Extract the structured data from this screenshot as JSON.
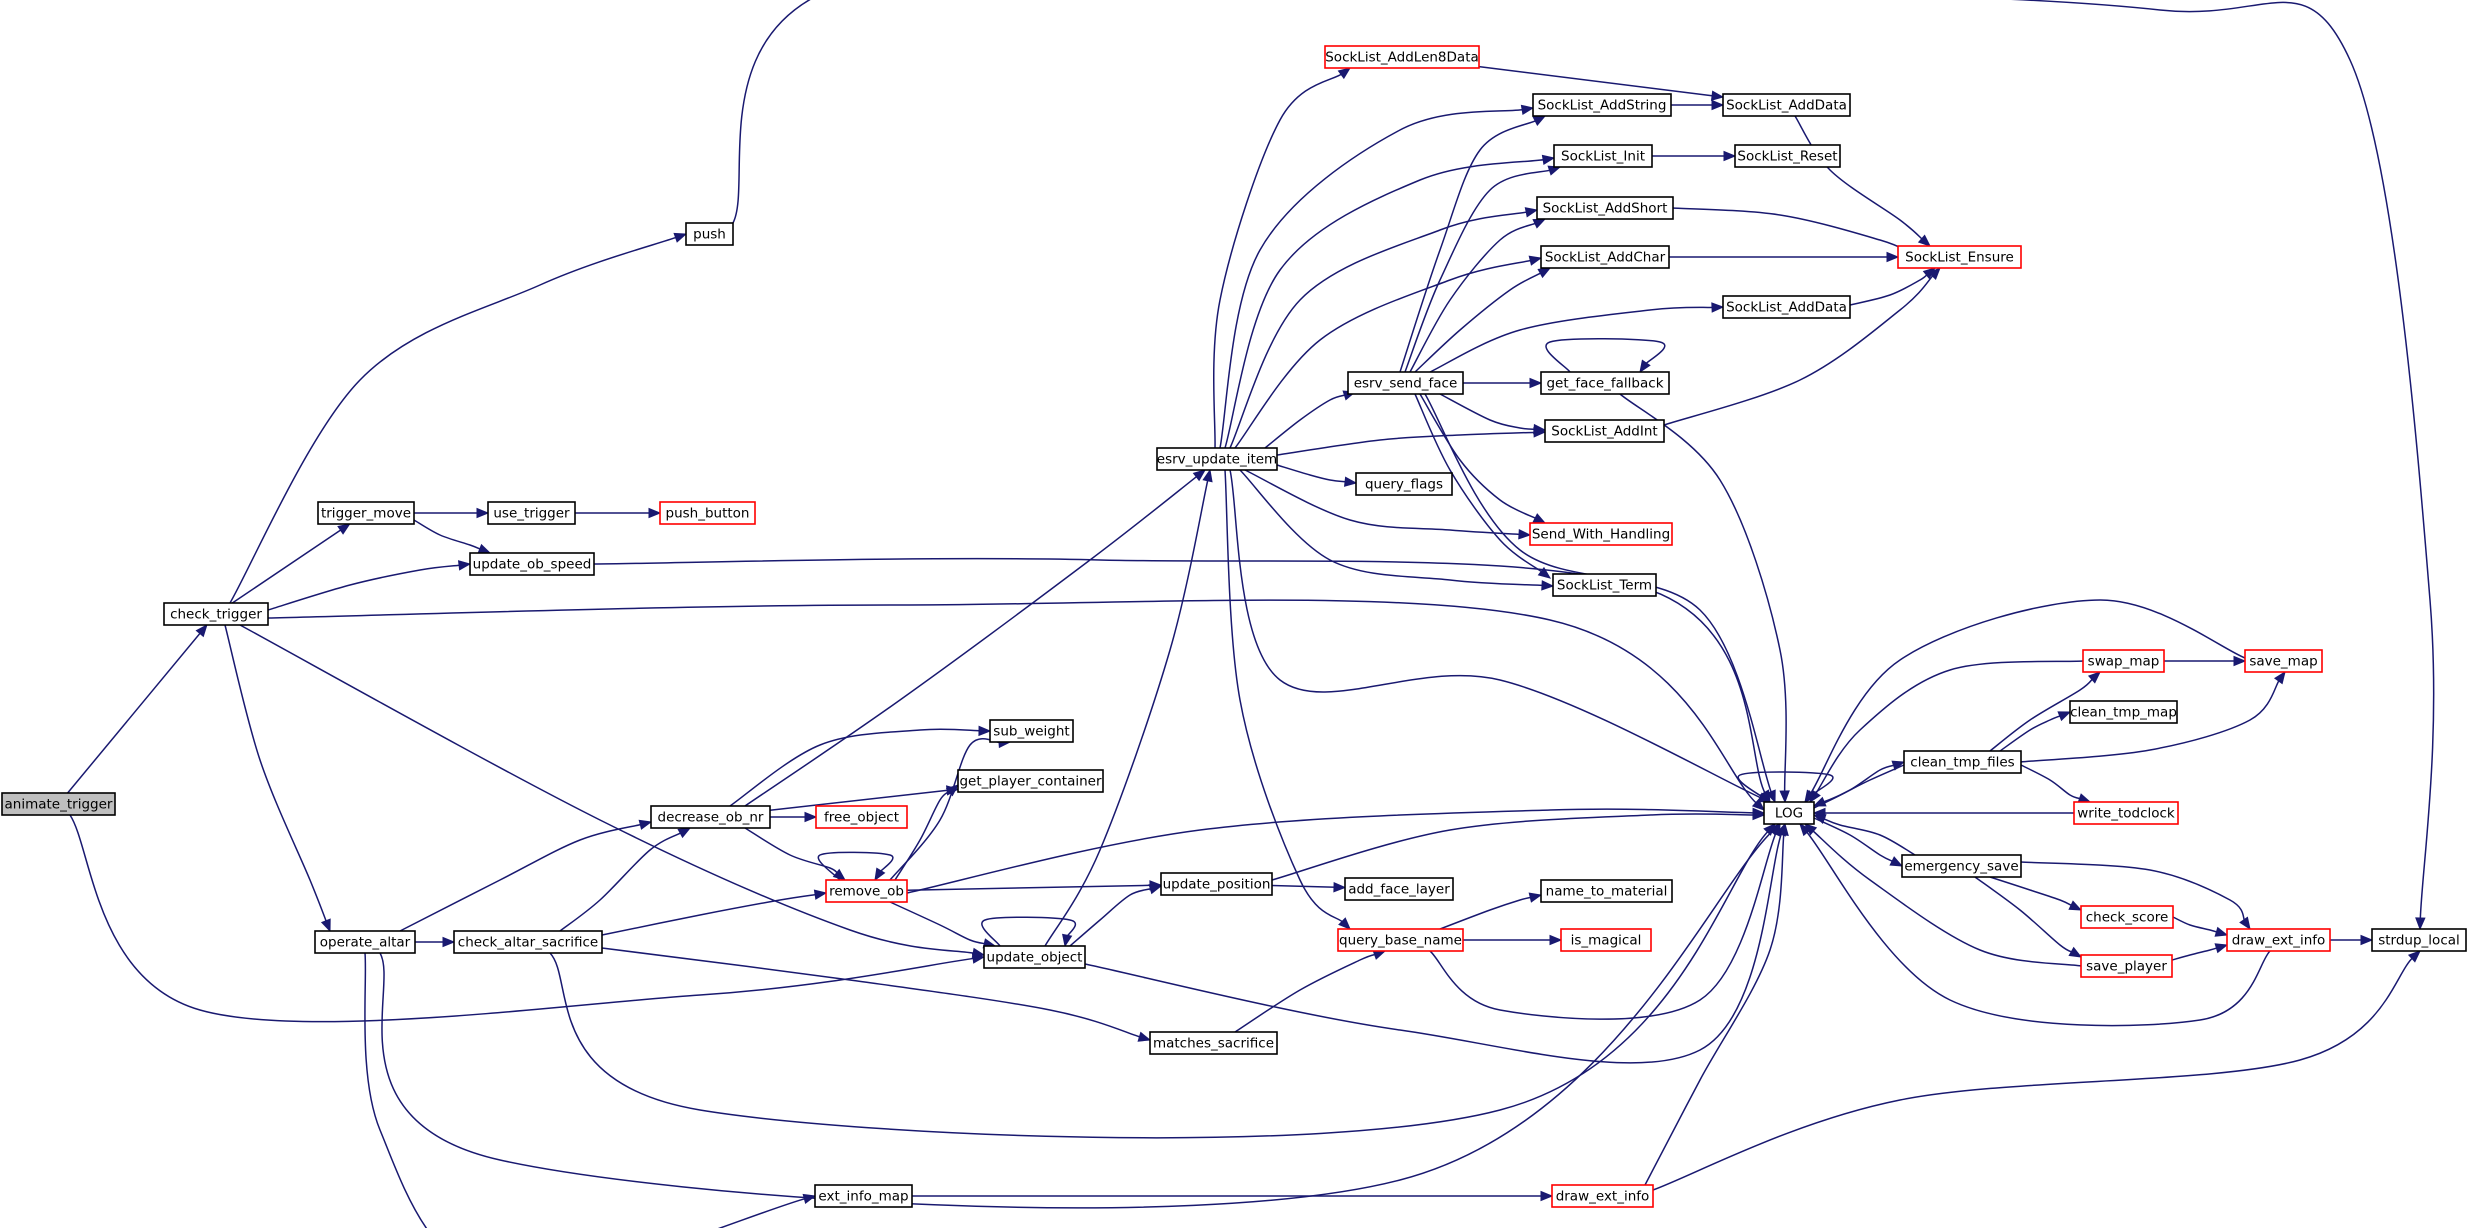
{
  "title": "Call graph of animate_trigger",
  "colors": {
    "edge": "#191970",
    "node_border_default": "#000000",
    "node_border_truncated": "#ff0000",
    "node_fill_default": "#ffffff",
    "node_fill_root": "#bfbfbf"
  },
  "nodes": [
    {
      "id": "animate_trigger",
      "label": "animate_trigger",
      "style": "root"
    },
    {
      "id": "check_trigger",
      "label": "check_trigger",
      "style": "normal"
    },
    {
      "id": "push",
      "label": "push",
      "style": "normal"
    },
    {
      "id": "trigger_move",
      "label": "trigger_move",
      "style": "normal"
    },
    {
      "id": "use_trigger",
      "label": "use_trigger",
      "style": "normal"
    },
    {
      "id": "push_button",
      "label": "push_button",
      "style": "truncated"
    },
    {
      "id": "update_ob_speed",
      "label": "update_ob_speed",
      "style": "normal"
    },
    {
      "id": "operate_altar",
      "label": "operate_altar",
      "style": "normal"
    },
    {
      "id": "decrease_ob_nr",
      "label": "decrease_ob_nr",
      "style": "normal"
    },
    {
      "id": "check_altar_sacrifice",
      "label": "check_altar_sacrifice",
      "style": "normal"
    },
    {
      "id": "ext_info_map",
      "label": "ext_info_map",
      "style": "normal"
    },
    {
      "id": "free_object",
      "label": "free_object",
      "style": "truncated"
    },
    {
      "id": "remove_ob",
      "label": "remove_ob",
      "style": "truncated"
    },
    {
      "id": "sub_weight",
      "label": "sub_weight",
      "style": "normal"
    },
    {
      "id": "get_player_container",
      "label": "get_player_container",
      "style": "normal"
    },
    {
      "id": "update_object",
      "label": "update_object",
      "style": "normal"
    },
    {
      "id": "update_position",
      "label": "update_position",
      "style": "normal"
    },
    {
      "id": "matches_sacrifice",
      "label": "matches_sacrifice",
      "style": "normal"
    },
    {
      "id": "esrv_update_item",
      "label": "esrv_update_item",
      "style": "normal"
    },
    {
      "id": "SockList_AddLen8Data",
      "label": "SockList_AddLen8Data",
      "style": "truncated"
    },
    {
      "id": "SockList_AddString",
      "label": "SockList_AddString",
      "style": "normal"
    },
    {
      "id": "SockList_AddData1",
      "label": "SockList_AddData",
      "style": "normal"
    },
    {
      "id": "SockList_Init",
      "label": "SockList_Init",
      "style": "normal"
    },
    {
      "id": "SockList_Reset",
      "label": "SockList_Reset",
      "style": "normal"
    },
    {
      "id": "SockList_AddShort",
      "label": "SockList_AddShort",
      "style": "normal"
    },
    {
      "id": "SockList_AddChar",
      "label": "SockList_AddChar",
      "style": "normal"
    },
    {
      "id": "SockList_Ensure",
      "label": "SockList_Ensure",
      "style": "truncated"
    },
    {
      "id": "SockList_AddData2",
      "label": "SockList_AddData",
      "style": "normal"
    },
    {
      "id": "esrv_send_face",
      "label": "esrv_send_face",
      "style": "normal"
    },
    {
      "id": "get_face_fallback",
      "label": "get_face_fallback",
      "style": "normal"
    },
    {
      "id": "SockList_AddInt",
      "label": "SockList_AddInt",
      "style": "normal"
    },
    {
      "id": "query_flags",
      "label": "query_flags",
      "style": "normal"
    },
    {
      "id": "Send_With_Handling",
      "label": "Send_With_Handling",
      "style": "truncated"
    },
    {
      "id": "SockList_Term",
      "label": "SockList_Term",
      "style": "normal"
    },
    {
      "id": "add_face_layer",
      "label": "add_face_layer",
      "style": "normal"
    },
    {
      "id": "query_base_name",
      "label": "query_base_name",
      "style": "truncated"
    },
    {
      "id": "name_to_material",
      "label": "name_to_material",
      "style": "normal"
    },
    {
      "id": "is_magical",
      "label": "is_magical",
      "style": "truncated"
    },
    {
      "id": "draw_ext_info_left",
      "label": "draw_ext_info",
      "style": "truncated"
    },
    {
      "id": "LOG",
      "label": "LOG",
      "style": "normal"
    },
    {
      "id": "swap_map",
      "label": "swap_map",
      "style": "truncated"
    },
    {
      "id": "save_map",
      "label": "save_map",
      "style": "truncated"
    },
    {
      "id": "clean_tmp_map",
      "label": "clean_tmp_map",
      "style": "normal"
    },
    {
      "id": "clean_tmp_files",
      "label": "clean_tmp_files",
      "style": "normal"
    },
    {
      "id": "write_todclock",
      "label": "write_todclock",
      "style": "truncated"
    },
    {
      "id": "emergency_save",
      "label": "emergency_save",
      "style": "normal"
    },
    {
      "id": "check_score",
      "label": "check_score",
      "style": "truncated"
    },
    {
      "id": "save_player",
      "label": "save_player",
      "style": "truncated"
    },
    {
      "id": "draw_ext_info_right",
      "label": "draw_ext_info",
      "style": "truncated"
    },
    {
      "id": "strdup_local",
      "label": "strdup_local",
      "style": "normal"
    }
  ],
  "edges": [
    [
      "animate_trigger",
      "check_trigger"
    ],
    [
      "animate_trigger",
      "update_object"
    ],
    [
      "check_trigger",
      "push"
    ],
    [
      "check_trigger",
      "trigger_move"
    ],
    [
      "check_trigger",
      "update_ob_speed"
    ],
    [
      "check_trigger",
      "LOG"
    ],
    [
      "check_trigger",
      "update_object"
    ],
    [
      "check_trigger",
      "operate_altar"
    ],
    [
      "push",
      "strdup_local"
    ],
    [
      "trigger_move",
      "use_trigger"
    ],
    [
      "trigger_move",
      "update_ob_speed"
    ],
    [
      "use_trigger",
      "push_button"
    ],
    [
      "update_ob_speed",
      "LOG"
    ],
    [
      "operate_altar",
      "decrease_ob_nr"
    ],
    [
      "operate_altar",
      "check_altar_sacrifice"
    ],
    [
      "operate_altar",
      "LOG"
    ],
    [
      "operate_altar",
      "ext_info_map"
    ],
    [
      "decrease_ob_nr",
      "esrv_update_item"
    ],
    [
      "decrease_ob_nr",
      "sub_weight"
    ],
    [
      "decrease_ob_nr",
      "get_player_container"
    ],
    [
      "decrease_ob_nr",
      "free_object"
    ],
    [
      "decrease_ob_nr",
      "remove_ob"
    ],
    [
      "check_altar_sacrifice",
      "decrease_ob_nr"
    ],
    [
      "check_altar_sacrifice",
      "remove_ob"
    ],
    [
      "check_altar_sacrifice",
      "matches_sacrifice"
    ],
    [
      "check_altar_sacrifice",
      "LOG"
    ],
    [
      "ext_info_map",
      "draw_ext_info_left"
    ],
    [
      "remove_ob",
      "remove_ob"
    ],
    [
      "remove_ob",
      "sub_weight"
    ],
    [
      "remove_ob",
      "get_player_container"
    ],
    [
      "remove_ob",
      "LOG"
    ],
    [
      "remove_ob",
      "update_position"
    ],
    [
      "remove_ob",
      "update_object"
    ],
    [
      "update_object",
      "update_object"
    ],
    [
      "update_object",
      "esrv_update_item"
    ],
    [
      "update_object",
      "update_position"
    ],
    [
      "update_object",
      "LOG"
    ],
    [
      "update_position",
      "add_face_layer"
    ],
    [
      "update_position",
      "LOG"
    ],
    [
      "matches_sacrifice",
      "query_base_name"
    ],
    [
      "esrv_update_item",
      "SockList_AddLen8Data"
    ],
    [
      "esrv_update_item",
      "SockList_AddString"
    ],
    [
      "esrv_update_item",
      "SockList_Init"
    ],
    [
      "esrv_update_item",
      "SockList_AddShort"
    ],
    [
      "esrv_update_item",
      "SockList_AddChar"
    ],
    [
      "esrv_update_item",
      "esrv_send_face"
    ],
    [
      "esrv_update_item",
      "SockList_AddInt"
    ],
    [
      "esrv_update_item",
      "query_flags"
    ],
    [
      "esrv_update_item",
      "Send_With_Handling"
    ],
    [
      "esrv_update_item",
      "SockList_Term"
    ],
    [
      "esrv_update_item",
      "LOG"
    ],
    [
      "esrv_update_item",
      "query_base_name"
    ],
    [
      "SockList_AddLen8Data",
      "SockList_AddData1"
    ],
    [
      "SockList_AddString",
      "SockList_AddData1"
    ],
    [
      "SockList_AddData1",
      "SockList_Ensure"
    ],
    [
      "SockList_Init",
      "SockList_Reset"
    ],
    [
      "SockList_AddShort",
      "SockList_Ensure"
    ],
    [
      "SockList_AddChar",
      "SockList_Ensure"
    ],
    [
      "SockList_AddData2",
      "SockList_Ensure"
    ],
    [
      "esrv_send_face",
      "SockList_AddString"
    ],
    [
      "esrv_send_face",
      "SockList_Init"
    ],
    [
      "esrv_send_face",
      "SockList_AddShort"
    ],
    [
      "esrv_send_face",
      "SockList_AddChar"
    ],
    [
      "esrv_send_face",
      "SockList_AddData2"
    ],
    [
      "esrv_send_face",
      "get_face_fallback"
    ],
    [
      "esrv_send_face",
      "SockList_AddInt"
    ],
    [
      "esrv_send_face",
      "Send_With_Handling"
    ],
    [
      "esrv_send_face",
      "SockList_Term"
    ],
    [
      "esrv_send_face",
      "LOG"
    ],
    [
      "get_face_fallback",
      "get_face_fallback"
    ],
    [
      "get_face_fallback",
      "LOG"
    ],
    [
      "SockList_AddInt",
      "SockList_Ensure"
    ],
    [
      "query_base_name",
      "name_to_material"
    ],
    [
      "query_base_name",
      "is_magical"
    ],
    [
      "query_base_name",
      "LOG"
    ],
    [
      "draw_ext_info_left",
      "LOG"
    ],
    [
      "draw_ext_info_left",
      "strdup_local"
    ],
    [
      "LOG",
      "LOG"
    ],
    [
      "LOG",
      "clean_tmp_files"
    ],
    [
      "LOG",
      "emergency_save"
    ],
    [
      "swap_map",
      "LOG"
    ],
    [
      "swap_map",
      "save_map"
    ],
    [
      "save_map",
      "LOG"
    ],
    [
      "clean_tmp_files",
      "swap_map"
    ],
    [
      "clean_tmp_files",
      "clean_tmp_map"
    ],
    [
      "clean_tmp_files",
      "save_map"
    ],
    [
      "clean_tmp_files",
      "write_todclock"
    ],
    [
      "clean_tmp_files",
      "LOG"
    ],
    [
      "write_todclock",
      "LOG"
    ],
    [
      "emergency_save",
      "check_score"
    ],
    [
      "emergency_save",
      "save_player"
    ],
    [
      "emergency_save",
      "draw_ext_info_right"
    ],
    [
      "emergency_save",
      "LOG"
    ],
    [
      "check_score",
      "draw_ext_info_right"
    ],
    [
      "save_player",
      "draw_ext_info_right"
    ],
    [
      "save_player",
      "LOG"
    ],
    [
      "draw_ext_info_right",
      "LOG"
    ],
    [
      "draw_ext_info_right",
      "strdup_local"
    ]
  ]
}
